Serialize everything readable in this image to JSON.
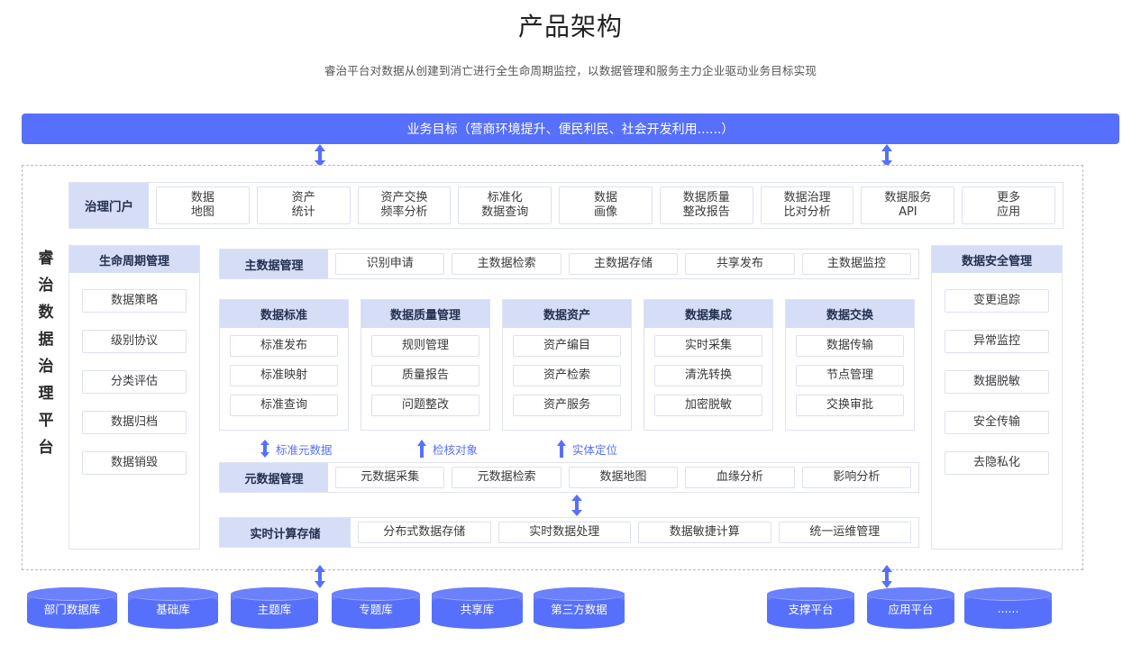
{
  "header": {
    "title": "产品架构",
    "subtitle": "睿治平台对数据从创建到消亡进行全生命周期监控，以数据管理和服务主力企业驱动业务目标实现"
  },
  "goal_banner": {
    "label": "业务目标（营商环境提升、便民利民、社会开发利用......）",
    "color": "#5770fb"
  },
  "platform": {
    "vertical_label": "睿治数据治理平台"
  },
  "portal_row": {
    "label": "治理门户",
    "items": [
      "数据\n地图",
      "资产\n统计",
      "资产交换\n频率分析",
      "标准化\n数据查询",
      "数据\n画像",
      "数据质量\n整改报告",
      "数据治理\n比对分析",
      "数据服务\nAPI",
      "更多\n应用"
    ]
  },
  "lifecycle_panel": {
    "title": "生命周期管理",
    "items": [
      "数据策略",
      "级别协议",
      "分类评估",
      "数据归档",
      "数据销毁"
    ]
  },
  "security_panel": {
    "title": "数据安全管理",
    "items": [
      "变更追踪",
      "异常监控",
      "数据脱敏",
      "安全传输",
      "去隐私化"
    ]
  },
  "master_row": {
    "label": "主数据管理",
    "items": [
      "识别申请",
      "主数据检索",
      "主数据存储",
      "共享发布",
      "主数据监控"
    ]
  },
  "groups": [
    {
      "title": "数据标准",
      "items": [
        "标准发布",
        "标准映射",
        "标准查询"
      ]
    },
    {
      "title": "数据质量管理",
      "items": [
        "规则管理",
        "质量报告",
        "问题整改"
      ]
    },
    {
      "title": "数据资产",
      "items": [
        "资产编目",
        "资产检索",
        "资产服务"
      ]
    },
    {
      "title": "数据集成",
      "items": [
        "实时采集",
        "清洗转换",
        "加密脱敏"
      ]
    },
    {
      "title": "数据交换",
      "items": [
        "数据传输",
        "节点管理",
        "交换审批"
      ]
    }
  ],
  "connectors": [
    {
      "label": "标准元数据",
      "arrow": "double"
    },
    {
      "label": "检核对象",
      "arrow": "up"
    },
    {
      "label": "实体定位",
      "arrow": "up"
    }
  ],
  "metadata_row": {
    "label": "元数据管理",
    "items": [
      "元数据采集",
      "元数据检索",
      "数据地图",
      "血缘分析",
      "影响分析"
    ]
  },
  "realtime_row": {
    "label": "实时计算存储",
    "items": [
      "分布式数据存储",
      "实时数据处理",
      "数据敏捷计算",
      "统一运维管理"
    ]
  },
  "databases": {
    "left": [
      "部门数据库",
      "基础库",
      "主题库",
      "专题库",
      "共享库",
      "第三方数据"
    ],
    "right": [
      "支撑平台",
      "应用平台",
      "......"
    ]
  }
}
